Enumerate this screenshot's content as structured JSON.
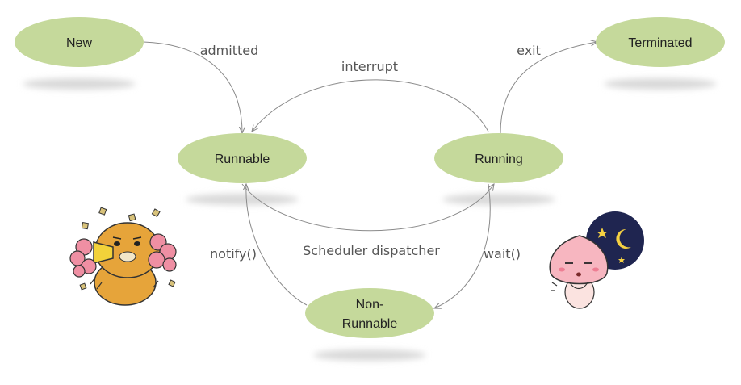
{
  "diagram": {
    "states": [
      {
        "id": "new",
        "label": "New"
      },
      {
        "id": "runnable",
        "label": "Runnable"
      },
      {
        "id": "running",
        "label": "Running"
      },
      {
        "id": "terminated",
        "label": "Terminated"
      },
      {
        "id": "non-runnable",
        "label_line1": "Non-",
        "label_line2": "Runnable"
      }
    ],
    "transitions": [
      {
        "from": "new",
        "to": "runnable",
        "label": "admitted"
      },
      {
        "from": "running",
        "to": "runnable",
        "label": "interrupt"
      },
      {
        "from": "running",
        "to": "terminated",
        "label": "exit"
      },
      {
        "from": "runnable",
        "to": "running",
        "label": "Scheduler dispatcher"
      },
      {
        "from": "non-runnable",
        "to": "runnable",
        "label": "notify()"
      },
      {
        "from": "running",
        "to": "non-runnable",
        "label": "wait()"
      }
    ],
    "colors": {
      "node_fill": "#c5d99b",
      "edge": "#8a8a8a",
      "shadow": "#d9d9d9"
    },
    "stickers": [
      {
        "id": "cheering-character",
        "icon": "cheering-lion-sticker"
      },
      {
        "id": "sleepy-character",
        "icon": "sleepy-peach-sticker"
      }
    ]
  }
}
